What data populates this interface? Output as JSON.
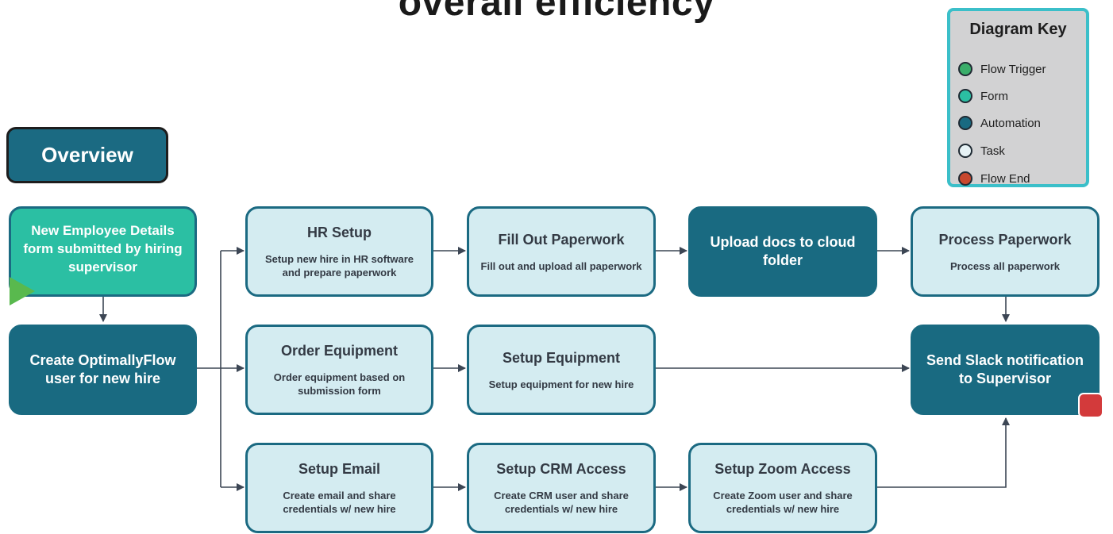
{
  "title": "overall efficiency",
  "overview_label": "Overview",
  "legend": {
    "title": "Diagram Key",
    "items": [
      {
        "label": "Flow Trigger",
        "color": "#3aae6a"
      },
      {
        "label": "Form",
        "color": "#2bbfa3"
      },
      {
        "label": "Automation",
        "color": "#196a81"
      },
      {
        "label": "Task",
        "color": "#e6f2f5"
      },
      {
        "label": "Flow End",
        "color": "#c8482e"
      }
    ]
  },
  "nodes": {
    "form_submitted": {
      "title": "New Employee Details form submitted by hiring supervisor"
    },
    "create_user": {
      "title": "Create OptimallyFlow user for new hire"
    },
    "hr_setup": {
      "title": "HR Setup",
      "desc": "Setup new hire in HR software and prepare paperwork"
    },
    "fill_paperwork": {
      "title": "Fill Out Paperwork",
      "desc": "Fill out and upload all paperwork"
    },
    "upload_docs": {
      "title": "Upload docs to cloud folder"
    },
    "process_paperwork": {
      "title": "Process Paperwork",
      "desc": "Process all paperwork"
    },
    "order_equipment": {
      "title": "Order Equipment",
      "desc": "Order equipment based on submission form"
    },
    "setup_equipment": {
      "title": "Setup Equipment",
      "desc": "Setup equipment for new hire"
    },
    "slack_notification": {
      "title": "Send Slack notification to Supervisor"
    },
    "setup_email": {
      "title": "Setup Email",
      "desc": "Create email and share credentials w/ new hire"
    },
    "setup_crm": {
      "title": "Setup CRM Access",
      "desc": "Create CRM user and share credentials w/ new hire"
    },
    "setup_zoom": {
      "title": "Setup Zoom Access",
      "desc": "Create Zoom user and share credentials w/ new hire"
    }
  }
}
